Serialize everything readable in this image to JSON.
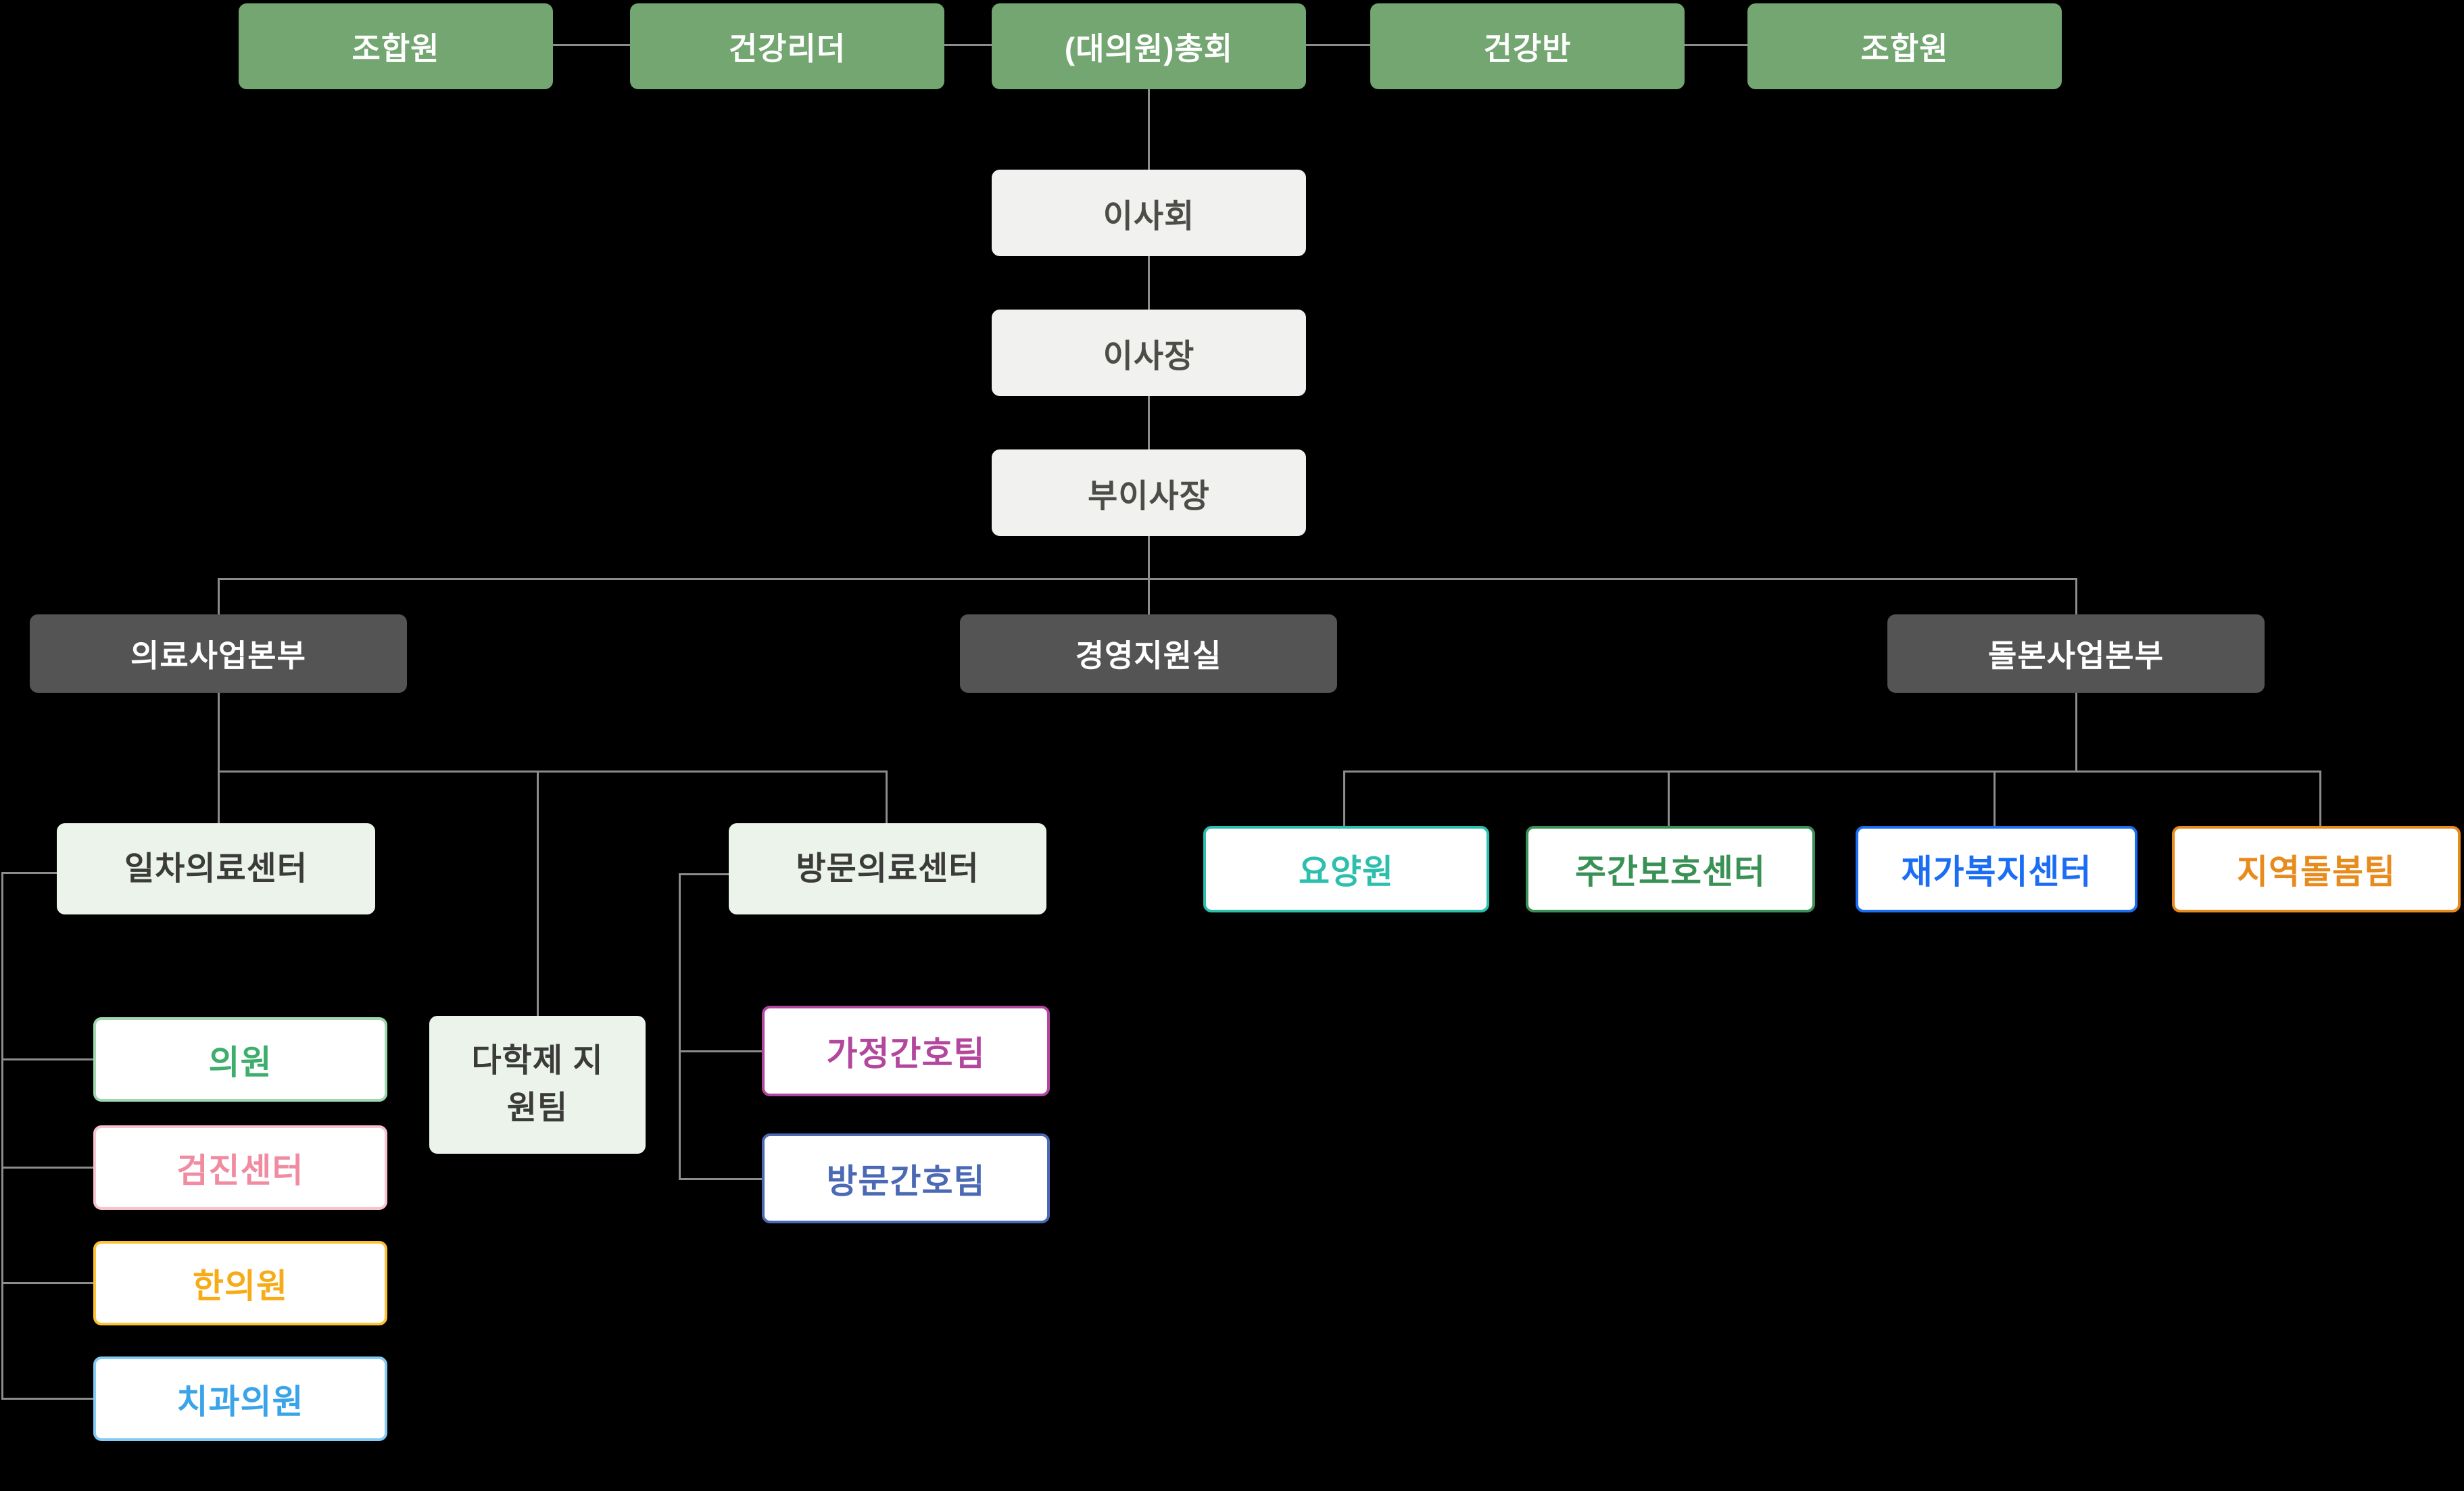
{
  "org": {
    "top_row": [
      {
        "label": "조합원"
      },
      {
        "label": "건강리더"
      },
      {
        "label": "(대의원)총회"
      },
      {
        "label": "건강반"
      },
      {
        "label": "조합원"
      }
    ],
    "governance": [
      {
        "label": "이사회"
      },
      {
        "label": "이사장"
      },
      {
        "label": "부이사장"
      }
    ],
    "divisions": [
      {
        "label": "의료사업본부"
      },
      {
        "label": "경영지원실"
      },
      {
        "label": "돌본사업본부"
      }
    ],
    "medical": {
      "primary_center": {
        "label": "일차의료센터"
      },
      "visit_center": {
        "label": "방문의료센터"
      },
      "multidisciplinary_team": {
        "label": "다학제 지원팀"
      },
      "primary_children": [
        {
          "label": "의원",
          "color": "#3eae6c",
          "border": "#9ed8af"
        },
        {
          "label": "검진센터",
          "color": "#f08ba1",
          "border": "#f6c3cf"
        },
        {
          "label": "한의원",
          "color": "#f6ab17",
          "border": "#fcc234"
        },
        {
          "label": "치과의원",
          "color": "#3aa4e9",
          "border": "#83cbf2"
        }
      ],
      "visit_children": [
        {
          "label": "가정간호팀",
          "color": "#b3469d",
          "border": "#b3469d"
        },
        {
          "label": "방문간호팀",
          "color": "#4b69b4",
          "border": "#4b69b4"
        }
      ]
    },
    "care_facilities": [
      {
        "label": "요양원",
        "color": "#2cbfae",
        "border": "#2cbfae"
      },
      {
        "label": "주간보호센터",
        "color": "#3a9155",
        "border": "#3a9155"
      },
      {
        "label": "재가복지센터",
        "color": "#1b6ef3",
        "border": "#1b6ef3"
      },
      {
        "label": "지역돌봄팀",
        "color": "#e88b1d",
        "border": "#e88b1d"
      }
    ],
    "palette": {
      "member_box_fill": "#73a671",
      "governance_box_fill": "#f1f1ef",
      "division_box_fill": "#545454",
      "center_box_fill": "#ebf3eb",
      "connector_line": "#8c8c8c",
      "background": "#000000"
    }
  }
}
